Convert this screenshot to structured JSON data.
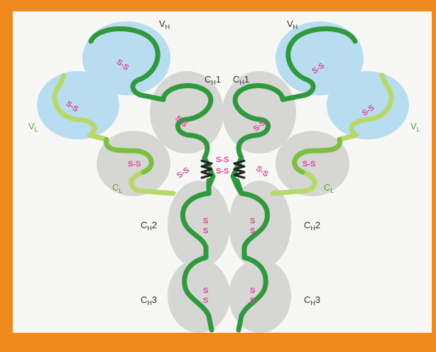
{
  "labels": {
    "vh_left": {
      "main": "V",
      "sub": "H"
    },
    "vh_right": {
      "main": "V",
      "sub": "H"
    },
    "vl_left": {
      "main": "V",
      "sub": "L"
    },
    "vl_right": {
      "main": "V",
      "sub": "L"
    },
    "cl_left": {
      "main": "C",
      "sub": "L"
    },
    "cl_right": {
      "main": "C",
      "sub": "L"
    },
    "ch1_left": {
      "main": "C",
      "sub": "H",
      "suffix": "1"
    },
    "ch1_right": {
      "main": "C",
      "sub": "H",
      "suffix": "1"
    },
    "ch2_left": {
      "main": "C",
      "sub": "H",
      "suffix": "2"
    },
    "ch2_right": {
      "main": "C",
      "sub": "H",
      "suffix": "2"
    },
    "ch3_left": {
      "main": "C",
      "sub": "H",
      "suffix": "3"
    },
    "ch3_right": {
      "main": "C",
      "sub": "H",
      "suffix": "3"
    }
  },
  "bond_label": "S-S",
  "bond_letter": "S",
  "colors": {
    "frame": "#f08a1c",
    "background": "#f7f7f5",
    "variable_domain": "#b9ddf0",
    "constant_domain": "#d6d6d4",
    "heavy_chain": "#2f9a3c",
    "light_chain": "#b8d96a",
    "disulfide": "#e0459b"
  }
}
